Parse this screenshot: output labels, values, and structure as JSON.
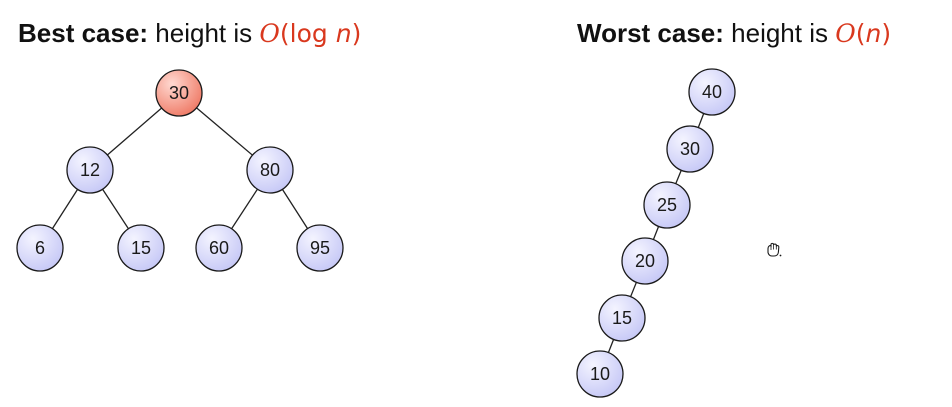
{
  "best": {
    "label_bold": "Best case:",
    "label_rest": " height is ",
    "complexity": {
      "big_o": "O",
      "open": "(",
      "func": "log ",
      "var": "n",
      "close": ")"
    },
    "tree": {
      "root": "30",
      "level1": [
        "12",
        "80"
      ],
      "level2": [
        "6",
        "15",
        "60",
        "95"
      ]
    }
  },
  "worst": {
    "label_bold": "Worst case:",
    "label_rest": " height is ",
    "complexity": {
      "big_o": "O",
      "open": "(",
      "var": "n",
      "close": ")"
    },
    "chain": [
      "40",
      "30",
      "25",
      "20",
      "15",
      "10"
    ]
  },
  "colors": {
    "complexity_text": "#d9381e",
    "node_fill_light": "#f4f4ff",
    "node_fill_dark": "#c6c8f6",
    "root_fill_light": "#ffd9d1",
    "root_fill_dark": "#ef7a66",
    "node_stroke": "#1a1a1a",
    "edge": "#222222"
  },
  "cursor_icon": "hand-cursor-icon"
}
